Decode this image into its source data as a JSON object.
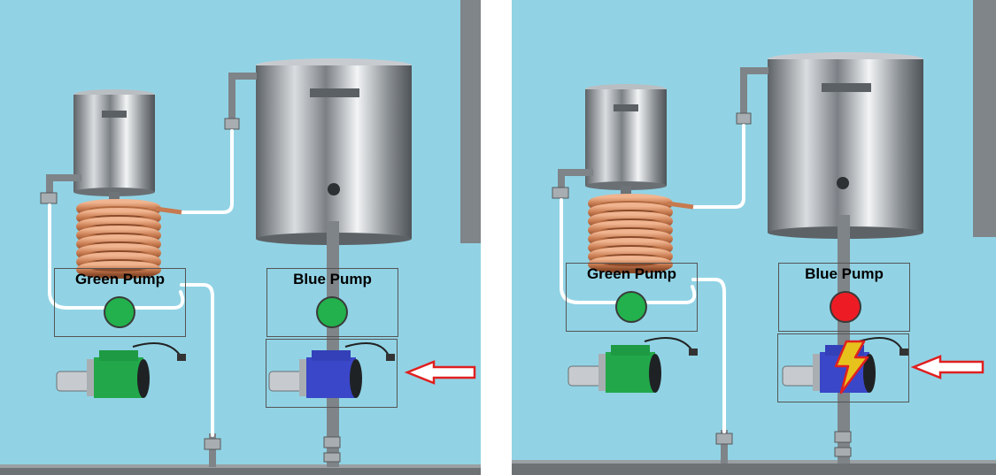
{
  "left_panel": {
    "green_pump": {
      "label": "Green Pump",
      "status_color": "#22b14c"
    },
    "blue_pump": {
      "label": "Blue Pump",
      "status_color": "#22b14c"
    },
    "arrow_color": "#e02020"
  },
  "right_panel": {
    "green_pump": {
      "label": "Green Pump",
      "status_color": "#22b14c"
    },
    "blue_pump": {
      "label": "Blue Pump",
      "status_color": "#ed1c24",
      "fault": "lightning-icon"
    },
    "arrow_color": "#e02020"
  },
  "colors": {
    "background": "#91d3e5",
    "divider": "#ffffff",
    "floor": "#6e7275",
    "steel": "#8e9396",
    "copper": "#c77a4f",
    "green_pump_body": "#22a84a",
    "blue_pump_body": "#3a47c8",
    "hose": "#ffffff"
  }
}
